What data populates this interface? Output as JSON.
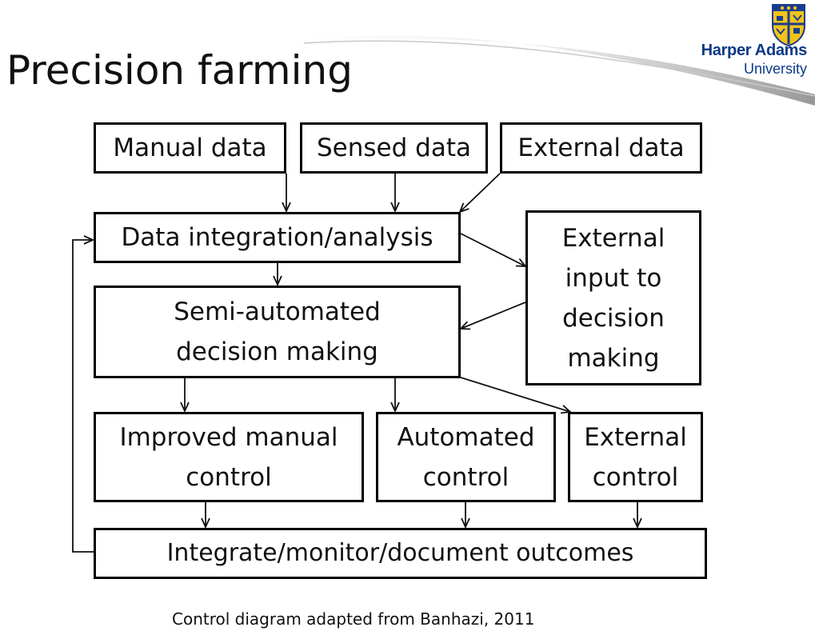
{
  "slide": {
    "title": "Precision farming",
    "caption": "Control diagram adapted from Banhazi, 2011"
  },
  "logo": {
    "name": "Harper Adams",
    "subtitle": "University",
    "color": "#0a3a86",
    "crest_icon": "university-crest"
  },
  "diagram": {
    "nodes": {
      "manual_data": "Manual data",
      "sensed_data": "Sensed data",
      "external_data": "External data",
      "integration": "Data integration/analysis",
      "external_input": "External\ninput to\ndecision\nmaking",
      "semi_automated": "Semi-automated\ndecision making",
      "improved_manual": "Improved manual\ncontrol",
      "automated_control": "Automated\ncontrol",
      "external_control": "External\ncontrol",
      "integrate_outcomes": "Integrate/monitor/document outcomes"
    },
    "edges": [
      [
        "manual_data",
        "integration"
      ],
      [
        "sensed_data",
        "integration"
      ],
      [
        "external_data",
        "integration"
      ],
      [
        "integration",
        "external_input"
      ],
      [
        "integration",
        "semi_automated"
      ],
      [
        "external_input",
        "semi_automated"
      ],
      [
        "semi_automated",
        "improved_manual"
      ],
      [
        "semi_automated",
        "automated_control"
      ],
      [
        "semi_automated",
        "external_control"
      ],
      [
        "improved_manual",
        "integrate_outcomes"
      ],
      [
        "automated_control",
        "integrate_outcomes"
      ],
      [
        "external_control",
        "integrate_outcomes"
      ],
      [
        "integrate_outcomes",
        "integration"
      ]
    ]
  }
}
